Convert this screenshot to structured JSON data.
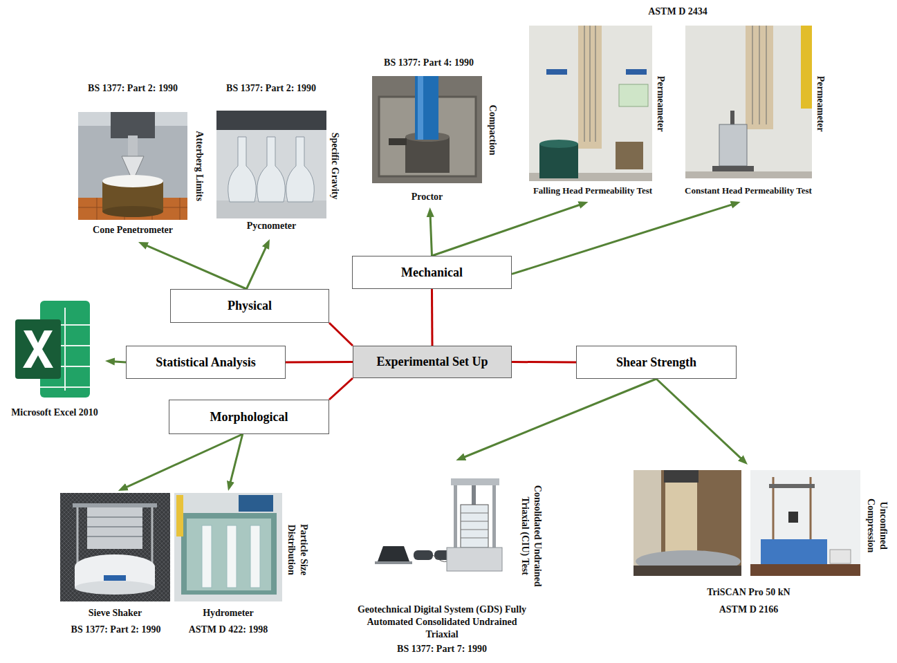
{
  "diagram": {
    "nodes": [
      {
        "text": [
          "Experimental Set Up"
        ]
      },
      {
        "text": [
          "Physical"
        ]
      },
      {
        "text": [
          "Mechanical"
        ]
      },
      {
        "text": [
          "Statistical Analysis"
        ]
      },
      {
        "text": [
          "Morphological"
        ]
      },
      {
        "text": [
          "Shear Strength"
        ]
      },
      {
        "text": [
          "BS 1377: Part 2: 1990",
          "Atterberg Limits",
          "Cone Penetrometer"
        ]
      },
      {
        "text": [
          "BS 1377: Part 2: 1990",
          "Specific Gravity",
          "Pycnometer"
        ]
      },
      {
        "text": [
          "BS 1377: Part 4: 1990",
          "Compaction",
          "Proctor"
        ]
      },
      {
        "text": [
          "Permeameter",
          "Falling Head Permeability Test"
        ]
      },
      {
        "text": [
          "Permeameter",
          "Constant Head Permeability Test"
        ]
      },
      {
        "text": [
          "Microsoft Excel 2010"
        ]
      },
      {
        "text": [
          "Sieve Shaker",
          "BS 1377: Part 2: 1990"
        ]
      },
      {
        "text": [
          "Particle Size Distribution",
          "Hydrometer",
          "ASTM D 422: 1998"
        ]
      },
      {
        "text": [
          "Consolidated Undrained Triaxial (CIU) Test",
          "Geotechnical Digital System (GDS) Fully Automated Consolidated Undrained Triaxial",
          "BS 1377: Part 7: 1990"
        ]
      },
      {
        "text": [
          "Unconfined Compression",
          "TriSCAN Pro 50 kN",
          "ASTM D 2166"
        ]
      }
    ],
    "edges": [
      {
        "from": 0,
        "to": 1,
        "arrow": "none"
      },
      {
        "from": 0,
        "to": 2,
        "arrow": "none"
      },
      {
        "from": 0,
        "to": 3,
        "arrow": "none"
      },
      {
        "from": 0,
        "to": 4,
        "arrow": "none"
      },
      {
        "from": 0,
        "to": 5,
        "arrow": "none"
      },
      {
        "from": 1,
        "to": 6,
        "arrow": "to"
      },
      {
        "from": 1,
        "to": 7,
        "arrow": "to"
      },
      {
        "from": 2,
        "to": 8,
        "arrow": "to"
      },
      {
        "from": 2,
        "to": 9,
        "arrow": "to"
      },
      {
        "from": 2,
        "to": 10,
        "arrow": "to"
      },
      {
        "from": 3,
        "to": 11,
        "arrow": "to"
      },
      {
        "from": 4,
        "to": 12,
        "arrow": "to"
      },
      {
        "from": 4,
        "to": 13,
        "arrow": "to"
      },
      {
        "from": 5,
        "to": 14,
        "arrow": "to"
      },
      {
        "from": 5,
        "to": 15,
        "arrow": "to"
      }
    ],
    "labels": [
      "ASTM D 2434"
    ]
  }
}
